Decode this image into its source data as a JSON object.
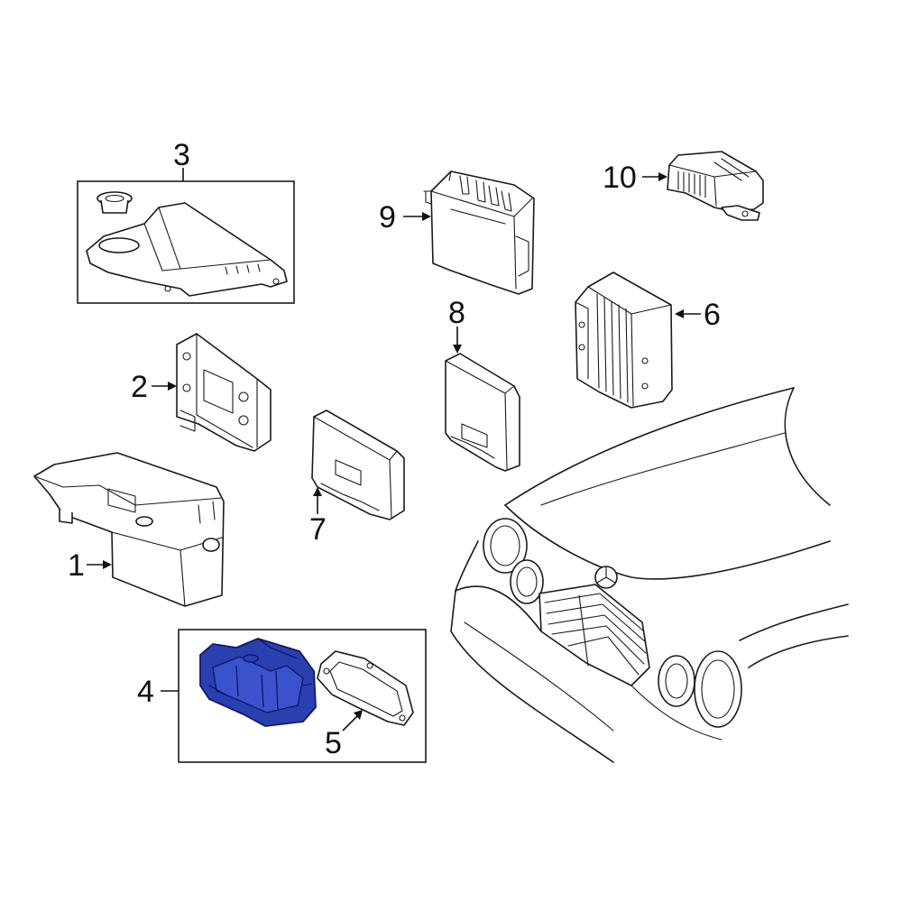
{
  "callouts": {
    "c1": "1",
    "c2": "2",
    "c3": "3",
    "c4": "4",
    "c5": "5",
    "c6": "6",
    "c7": "7",
    "c8": "8",
    "c9": "9",
    "c10": "10"
  },
  "colors": {
    "highlight": "#2a3fb0",
    "highlight_dark": "#0e1a6a",
    "line": "#1a1a1a"
  }
}
